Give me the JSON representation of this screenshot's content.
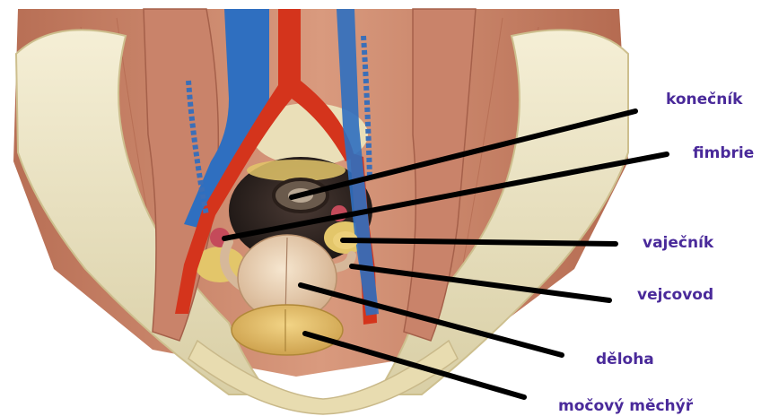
{
  "labels": [
    {
      "key": "rectum",
      "text": "konečník"
    },
    {
      "key": "fimbriae",
      "text": "fimbrie"
    },
    {
      "key": "ovary",
      "text": "vaječník"
    },
    {
      "key": "oviduct",
      "text": "vejcovod"
    },
    {
      "key": "uterus",
      "text": "děloha"
    },
    {
      "key": "bladder",
      "text": "močový měchýř"
    }
  ],
  "colors": {
    "label_text": "#4a2a9a",
    "leader_line": "#000000",
    "muscle": "#c9836a",
    "bone": "#efe6c4",
    "artery": "#d4341c",
    "vein": "#2f6fc0",
    "fat": "#e3c66a",
    "uterus": "#e8cfb0"
  }
}
